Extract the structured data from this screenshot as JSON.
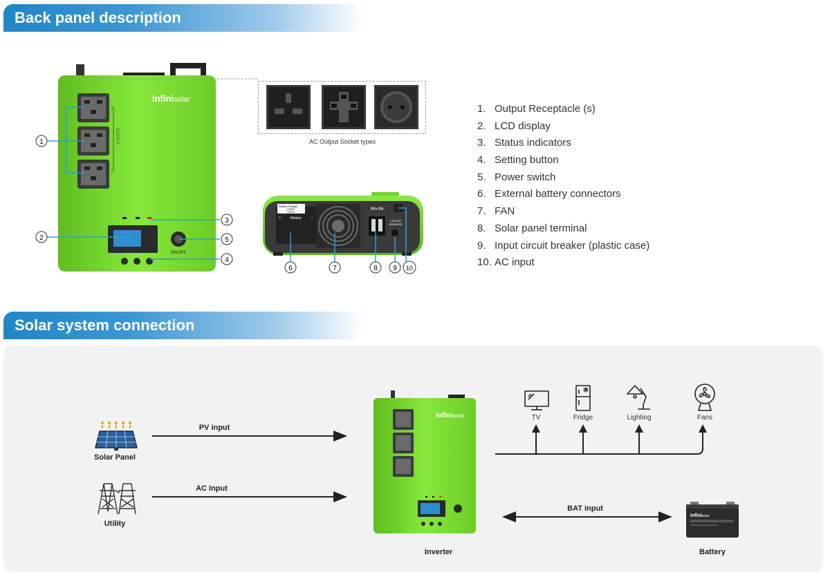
{
  "sections": {
    "back_panel_title": "Back panel description",
    "solar_title": "Solar system connection"
  },
  "brand": {
    "name_bold": "Infini",
    "name_light": "solar",
    "accent_green": "#7be234",
    "accent_blue": "#1f86c8",
    "callout_blue": "#2a9fd6"
  },
  "inverter_front": {
    "output_label": "OUTPUT",
    "onoff_label": "ON/OFF",
    "callouts": [
      "1",
      "2",
      "3",
      "4",
      "5"
    ]
  },
  "socket_types": {
    "caption": "AC Output Socket types",
    "types": [
      "socket-type-uk-icon",
      "socket-type-universal-icon",
      "socket-type-schuko-icon"
    ]
  },
  "inverter_bottom": {
    "battery_voltage_label": "Battery Voltage",
    "battery_voltage_values": [
      "12VDC",
      "24VDC"
    ],
    "battery_label": "Battery",
    "pv_label": "PV+ PV-",
    "breaker_label_1": "CIRCUIT",
    "breaker_label_2": "BREAKER",
    "callouts": [
      "6",
      "7",
      "8",
      "9",
      "10"
    ]
  },
  "features": [
    {
      "num": "1.",
      "text": "Output Receptacle (s)"
    },
    {
      "num": "2.",
      "text": "LCD display"
    },
    {
      "num": "3.",
      "text": "Status indicators"
    },
    {
      "num": "4.",
      "text": "Setting button"
    },
    {
      "num": "5.",
      "text": "Power switch"
    },
    {
      "num": "6.",
      "text": "External battery connectors"
    },
    {
      "num": "7.",
      "text": "FAN"
    },
    {
      "num": "8.",
      "text": "Solar panel terminal"
    },
    {
      "num": "9.",
      "text": "Input circuit breaker (plastic case)"
    },
    {
      "num": "10.",
      "text": "AC input"
    }
  ],
  "system": {
    "solar_panel": "Solar Panel",
    "utility": "Utility",
    "inverter": "Inverter",
    "battery": "Battery",
    "pv_input": "PV input",
    "ac_input": "AC Input",
    "bat_input": "BAT input",
    "battery_brand_bold": "Infini",
    "battery_brand_light": "solar",
    "loads": [
      {
        "label": "TV",
        "icon": "tv-icon"
      },
      {
        "label": "Fridge",
        "icon": "fridge-icon"
      },
      {
        "label": "Lighting",
        "icon": "lamp-icon"
      },
      {
        "label": "Fans",
        "icon": "fan-icon"
      }
    ]
  }
}
